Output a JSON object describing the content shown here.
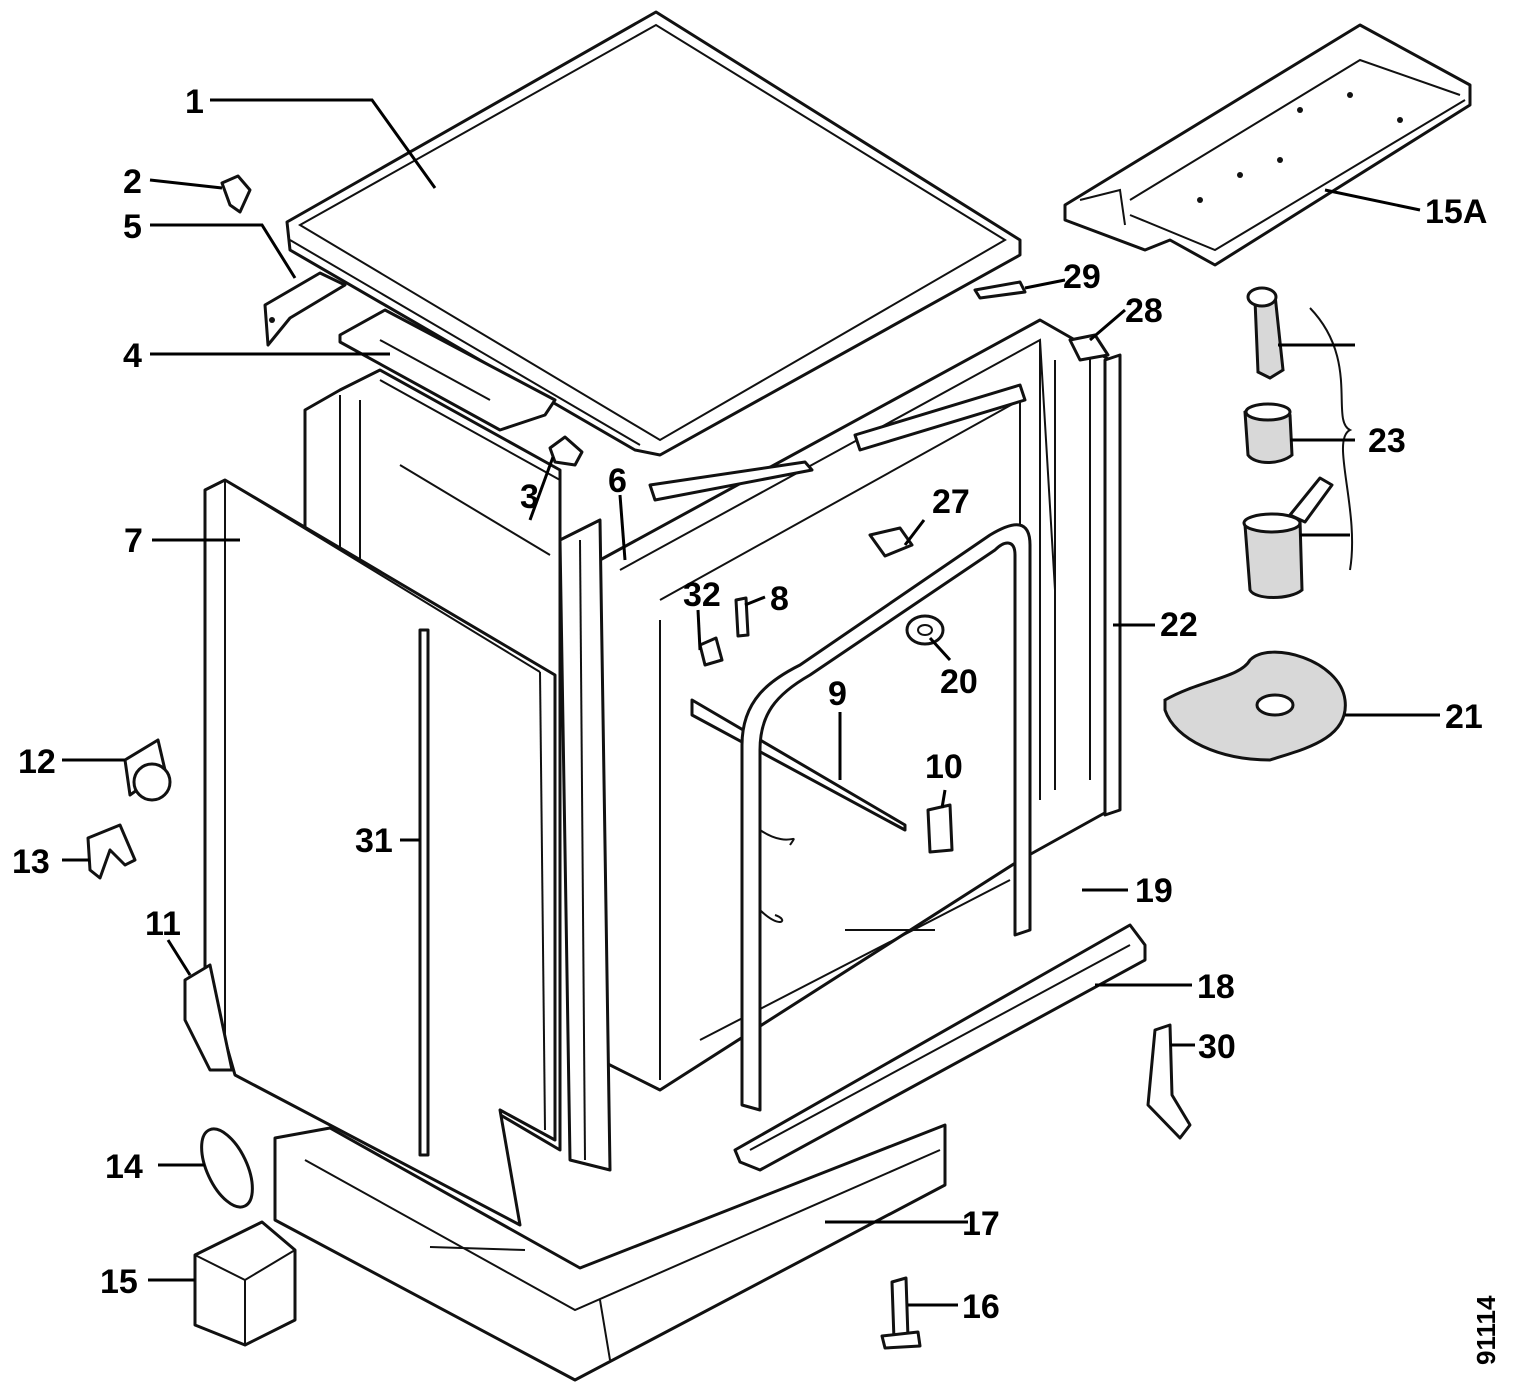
{
  "diagram": {
    "labels": {
      "p1": "1",
      "p2": "2",
      "p3": "3",
      "p4": "4",
      "p5": "5",
      "p6": "6",
      "p7": "7",
      "p8": "8",
      "p9": "9",
      "p10": "10",
      "p11": "11",
      "p12": "12",
      "p13": "13",
      "p14": "14",
      "p15": "15",
      "p15a": "15A",
      "p16": "16",
      "p17": "17",
      "p18": "18",
      "p19": "19",
      "p20": "20",
      "p21": "21",
      "p22": "22",
      "p23": "23",
      "p27": "27",
      "p28": "28",
      "p29": "29",
      "p30": "30",
      "p31": "31",
      "p32": "32"
    },
    "drawing_code": "91114"
  }
}
